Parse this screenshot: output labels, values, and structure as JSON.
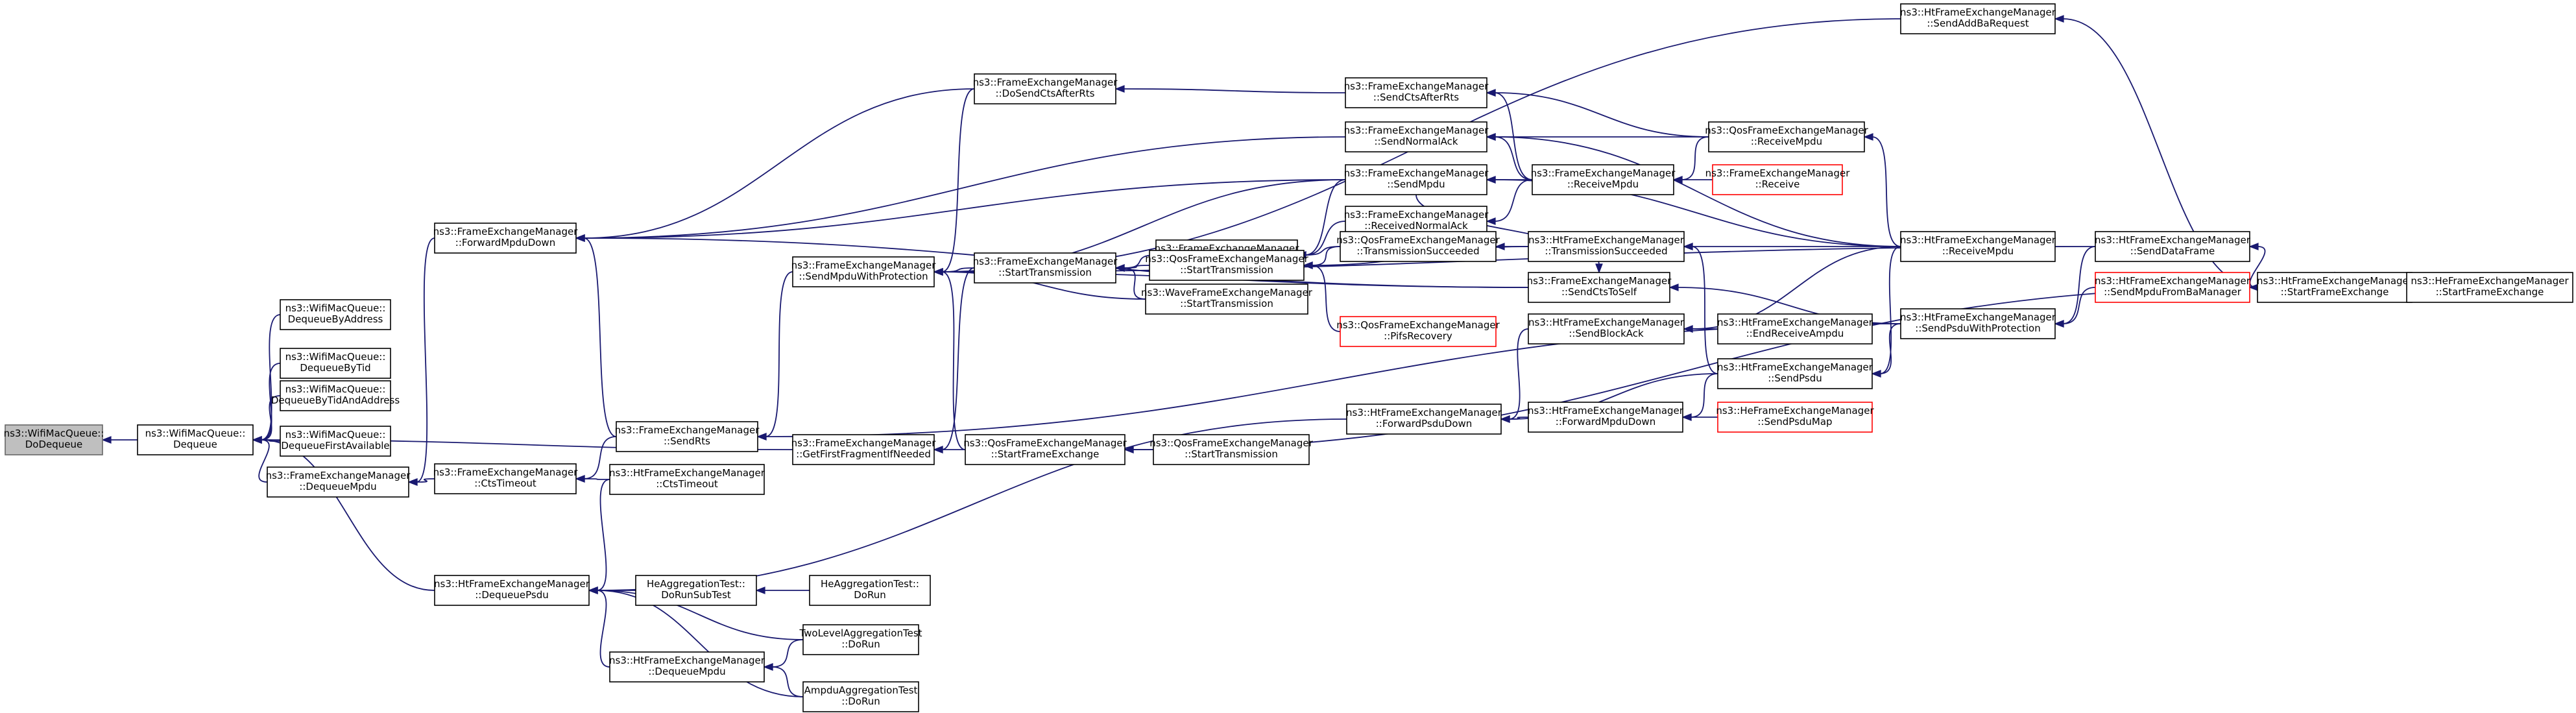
{
  "nodes": [
    {
      "id": "root",
      "lines": [
        "ns3::WifiMacQueue::",
        "DoDequeue"
      ],
      "root": true
    },
    {
      "id": "dequeue",
      "lines": [
        "ns3::WifiMacQueue::",
        "Dequeue"
      ]
    },
    {
      "id": "deqByAddr",
      "lines": [
        "ns3::WifiMacQueue::",
        "DequeueByAddress"
      ]
    },
    {
      "id": "deqByTid",
      "lines": [
        "ns3::WifiMacQueue::",
        "DequeueByTid"
      ]
    },
    {
      "id": "deqByTidAddr",
      "lines": [
        "ns3::WifiMacQueue::",
        "DequeueByTidAndAddress"
      ]
    },
    {
      "id": "deqFirst",
      "lines": [
        "ns3::WifiMacQueue::",
        "DequeueFirstAvailable"
      ]
    },
    {
      "id": "fxmDequeueMpdu",
      "lines": [
        "ns3::FrameExchangeManager",
        "::DequeueMpdu"
      ]
    },
    {
      "id": "htDequeuePsdu",
      "lines": [
        "ns3::HtFrameExchangeManager",
        "::DequeuePsdu"
      ]
    },
    {
      "id": "fxmForwardMpdu",
      "lines": [
        "ns3::FrameExchangeManager",
        "::ForwardMpduDown"
      ]
    },
    {
      "id": "fxmCtsTimeout",
      "lines": [
        "ns3::FrameExchangeManager",
        "::CtsTimeout"
      ]
    },
    {
      "id": "fxmSendRts",
      "lines": [
        "ns3::FrameExchangeManager",
        "::SendRts"
      ]
    },
    {
      "id": "htCtsTimeout",
      "lines": [
        "ns3::HtFrameExchangeManager",
        "::CtsTimeout"
      ]
    },
    {
      "id": "fxmGetFirstFrag",
      "lines": [
        "ns3::FrameExchangeManager",
        "::GetFirstFragmentIfNeeded"
      ]
    },
    {
      "id": "fxmSendMpduProt",
      "lines": [
        "ns3::FrameExchangeManager",
        "::SendMpduWithProtection"
      ]
    },
    {
      "id": "fxmDoSendCts",
      "lines": [
        "ns3::FrameExchangeManager",
        "::DoSendCtsAfterRts"
      ]
    },
    {
      "id": "fxmStartTx",
      "lines": [
        "ns3::FrameExchangeManager",
        "::StartTransmission"
      ]
    },
    {
      "id": "qosStartFx",
      "lines": [
        "ns3::QosFrameExchangeManager",
        "::StartFrameExchange"
      ]
    },
    {
      "id": "qosStartTx2",
      "lines": [
        "ns3::QosFrameExchangeManager",
        "::StartTransmission"
      ]
    },
    {
      "id": "heAggSub",
      "lines": [
        "HeAggregationTest::",
        "DoRunSubTest"
      ]
    },
    {
      "id": "heAggRun",
      "lines": [
        "HeAggregationTest::",
        "DoRun"
      ]
    },
    {
      "id": "twoLevel",
      "lines": [
        "TwoLevelAggregationTest",
        "::DoRun"
      ]
    },
    {
      "id": "htDequeueMpdu",
      "lines": [
        "ns3::HtFrameExchangeManager",
        "::DequeueMpdu"
      ]
    },
    {
      "id": "ampdu",
      "lines": [
        "AmpduAggregationTest",
        "::DoRun"
      ]
    },
    {
      "id": "fxmSendCtsAfter",
      "lines": [
        "ns3::FrameExchangeManager",
        "::SendCtsAfterRts"
      ]
    },
    {
      "id": "fxmSendNormalAck",
      "lines": [
        "ns3::FrameExchangeManager",
        "::SendNormalAck"
      ]
    },
    {
      "id": "fxmSendMpdu",
      "lines": [
        "ns3::FrameExchangeManager",
        "::SendMpdu"
      ]
    },
    {
      "id": "fxmRecvNormalAck",
      "lines": [
        "ns3::FrameExchangeManager",
        "::ReceivedNormalAck"
      ]
    },
    {
      "id": "fxmTxSucc",
      "lines": [
        "ns3::FrameExchangeManager",
        "::TransmissionSucceeded"
      ]
    },
    {
      "id": "qosStartTx",
      "lines": [
        "ns3::QosFrameExchangeManager",
        "::StartTransmission"
      ]
    },
    {
      "id": "waveStartTx",
      "lines": [
        "ns3::WaveFrameExchangeManager",
        "::StartTransmission"
      ]
    },
    {
      "id": "qosTxSucc",
      "lines": [
        "ns3::QosFrameExchangeManager",
        "::TransmissionSucceeded"
      ]
    },
    {
      "id": "qosPifs",
      "lines": [
        "ns3::QosFrameExchangeManager",
        "::PifsRecovery"
      ],
      "truncated": true
    },
    {
      "id": "fxmRecvMpdu",
      "lines": [
        "ns3::FrameExchangeManager",
        "::ReceiveMpdu"
      ]
    },
    {
      "id": "fxmReceive",
      "lines": [
        "ns3::FrameExchangeManager",
        "::Receive"
      ],
      "truncated": true
    },
    {
      "id": "qosRecvMpdu",
      "lines": [
        "ns3::QosFrameExchangeManager",
        "::ReceiveMpdu"
      ]
    },
    {
      "id": "htTxSucc",
      "lines": [
        "ns3::HtFrameExchangeManager",
        "::TransmissionSucceeded"
      ]
    },
    {
      "id": "fxmSendCtsSelf",
      "lines": [
        "ns3::FrameExchangeManager",
        "::SendCtsToSelf"
      ]
    },
    {
      "id": "htSendBlockAck",
      "lines": [
        "ns3::HtFrameExchangeManager",
        "::SendBlockAck"
      ]
    },
    {
      "id": "htEndRecvAmpdu",
      "lines": [
        "ns3::HtFrameExchangeManager",
        "::EndReceiveAmpdu"
      ]
    },
    {
      "id": "htForwardPsdu",
      "lines": [
        "ns3::HtFrameExchangeManager",
        "::ForwardPsduDown"
      ]
    },
    {
      "id": "htForwardMpdu",
      "lines": [
        "ns3::HtFrameExchangeManager",
        "::ForwardMpduDown"
      ]
    },
    {
      "id": "htSendPsdu",
      "lines": [
        "ns3::HtFrameExchangeManager",
        "::SendPsdu"
      ]
    },
    {
      "id": "heSendPsduMap",
      "lines": [
        "ns3::HeFrameExchangeManager",
        "::SendPsduMap"
      ],
      "truncated": true
    },
    {
      "id": "htRecvMpdu",
      "lines": [
        "ns3::HtFrameExchangeManager",
        "::ReceiveMpdu"
      ]
    },
    {
      "id": "htSendPsduProt",
      "lines": [
        "ns3::HtFrameExchangeManager",
        "::SendPsduWithProtection"
      ]
    },
    {
      "id": "htSendAddBa",
      "lines": [
        "ns3::HtFrameExchangeManager",
        "::SendAddBaRequest"
      ]
    },
    {
      "id": "htSendDataFrame",
      "lines": [
        "ns3::HtFrameExchangeManager",
        "::SendDataFrame"
      ]
    },
    {
      "id": "htSendMpduFromBa",
      "lines": [
        "ns3::HtFrameExchangeManager",
        "::SendMpduFromBaManager"
      ],
      "truncated": true
    },
    {
      "id": "htStartFx",
      "lines": [
        "ns3::HtFrameExchangeManager",
        "::StartFrameExchange"
      ]
    },
    {
      "id": "heStartFx",
      "lines": [
        "ns3::HeFrameExchangeManager",
        "::StartFrameExchange"
      ]
    }
  ],
  "edges": [
    [
      "dequeue",
      "root"
    ],
    [
      "deqByAddr",
      "dequeue"
    ],
    [
      "deqByTid",
      "dequeue"
    ],
    [
      "deqByTidAddr",
      "dequeue"
    ],
    [
      "deqFirst",
      "dequeue"
    ],
    [
      "fxmDequeueMpdu",
      "dequeue"
    ],
    [
      "htDequeuePsdu",
      "dequeue"
    ],
    [
      "fxmGetFirstFrag",
      "dequeue"
    ],
    [
      "fxmCtsTimeout",
      "fxmDequeueMpdu"
    ],
    [
      "fxmForwardMpdu",
      "fxmDequeueMpdu"
    ],
    [
      "fxmSendRts",
      "fxmCtsTimeout"
    ],
    [
      "htCtsTimeout",
      "fxmCtsTimeout"
    ],
    [
      "fxmSendRts",
      "fxmForwardMpdu"
    ],
    [
      "fxmDoSendCts",
      "fxmForwardMpdu"
    ],
    [
      "fxmSendNormalAck",
      "fxmForwardMpdu"
    ],
    [
      "fxmSendMpdu",
      "fxmForwardMpdu"
    ],
    [
      "fxmSendCtsSelf",
      "fxmForwardMpdu"
    ],
    [
      "fxmSendMpduProt",
      "fxmSendRts"
    ],
    [
      "htSendPsduProt",
      "fxmSendRts"
    ],
    [
      "htCtsTimeout",
      "htDequeuePsdu"
    ],
    [
      "heAggSub",
      "htDequeuePsdu"
    ],
    [
      "twoLevel",
      "htDequeuePsdu"
    ],
    [
      "htDequeueMpdu",
      "htDequeuePsdu"
    ],
    [
      "ampdu",
      "htDequeuePsdu"
    ],
    [
      "htForwardPsdu",
      "htDequeuePsdu"
    ],
    [
      "heAggRun",
      "heAggSub"
    ],
    [
      "twoLevel",
      "htDequeueMpdu"
    ],
    [
      "ampdu",
      "htDequeueMpdu"
    ],
    [
      "fxmStartTx",
      "fxmGetFirstFrag"
    ],
    [
      "qosStartFx",
      "fxmGetFirstFrag"
    ],
    [
      "fxmStartTx",
      "fxmSendMpduProt"
    ],
    [
      "waveStartTx",
      "fxmSendMpduProt"
    ],
    [
      "qosStartFx",
      "fxmSendMpduProt"
    ],
    [
      "fxmDoSendCts",
      "fxmSendMpduProt"
    ],
    [
      "htSendAddBa",
      "fxmSendMpduProt"
    ],
    [
      "htSendDataFrame",
      "fxmSendMpduProt"
    ],
    [
      "fxmSendMpdu",
      "fxmSendMpduProt"
    ],
    [
      "fxmSendCtsSelf",
      "fxmSendMpduProt"
    ],
    [
      "qosStartTx2",
      "qosStartFx"
    ],
    [
      "htStartFx",
      "qosStartFx"
    ],
    [
      "fxmSendCtsAfter",
      "fxmDoSendCts"
    ],
    [
      "fxmTxSucc",
      "fxmStartTx"
    ],
    [
      "qosStartTx",
      "fxmStartTx"
    ],
    [
      "waveStartTx",
      "fxmStartTx"
    ],
    [
      "fxmSendMpdu",
      "fxmTxSucc"
    ],
    [
      "fxmRecvNormalAck",
      "fxmTxSucc"
    ],
    [
      "qosTxSucc",
      "fxmTxSucc"
    ],
    [
      "qosTxSucc",
      "qosStartTx"
    ],
    [
      "htTxSucc",
      "qosStartTx"
    ],
    [
      "qosPifs",
      "qosStartTx"
    ],
    [
      "htTxSucc",
      "qosTxSucc"
    ],
    [
      "fxmRecvMpdu",
      "fxmRecvNormalAck"
    ],
    [
      "fxmRecvMpdu",
      "fxmSendMpdu"
    ],
    [
      "fxmRecvMpdu",
      "fxmSendCtsAfter"
    ],
    [
      "fxmRecvMpdu",
      "fxmSendNormalAck"
    ],
    [
      "qosRecvMpdu",
      "fxmSendCtsAfter"
    ],
    [
      "qosRecvMpdu",
      "fxmSendNormalAck"
    ],
    [
      "htRecvMpdu",
      "fxmSendNormalAck"
    ],
    [
      "htRecvMpdu",
      "fxmSendMpdu"
    ],
    [
      "fxmReceive",
      "fxmRecvMpdu"
    ],
    [
      "qosRecvMpdu",
      "fxmRecvMpdu"
    ],
    [
      "htRecvMpdu",
      "qosRecvMpdu"
    ],
    [
      "htRecvMpdu",
      "htTxSucc"
    ],
    [
      "htSendPsdu",
      "htTxSucc"
    ],
    [
      "htSendPsduProt",
      "fxmSendCtsSelf"
    ],
    [
      "fxmSendMpdu",
      "fxmSendCtsSelf"
    ],
    [
      "htEndRecvAmpdu",
      "htSendBlockAck"
    ],
    [
      "htRecvMpdu",
      "htSendBlockAck"
    ],
    [
      "htSendBlockAck",
      "htForwardPsdu"
    ],
    [
      "htForwardMpdu",
      "htForwardPsdu"
    ],
    [
      "htSendPsdu",
      "htForwardPsdu"
    ],
    [
      "htSendPsdu",
      "htForwardMpdu"
    ],
    [
      "heSendPsduMap",
      "htForwardMpdu"
    ],
    [
      "htSendPsduProt",
      "htSendPsdu"
    ],
    [
      "htRecvMpdu",
      "htSendPsdu"
    ],
    [
      "htSendDataFrame",
      "htSendPsduProt"
    ],
    [
      "htSendMpduFromBa",
      "htSendPsduProt"
    ],
    [
      "htStartFx",
      "htSendAddBa"
    ],
    [
      "htStartFx",
      "htSendDataFrame"
    ],
    [
      "htStartFx",
      "htSendMpduFromBa"
    ],
    [
      "heStartFx",
      "htStartFx"
    ]
  ]
}
